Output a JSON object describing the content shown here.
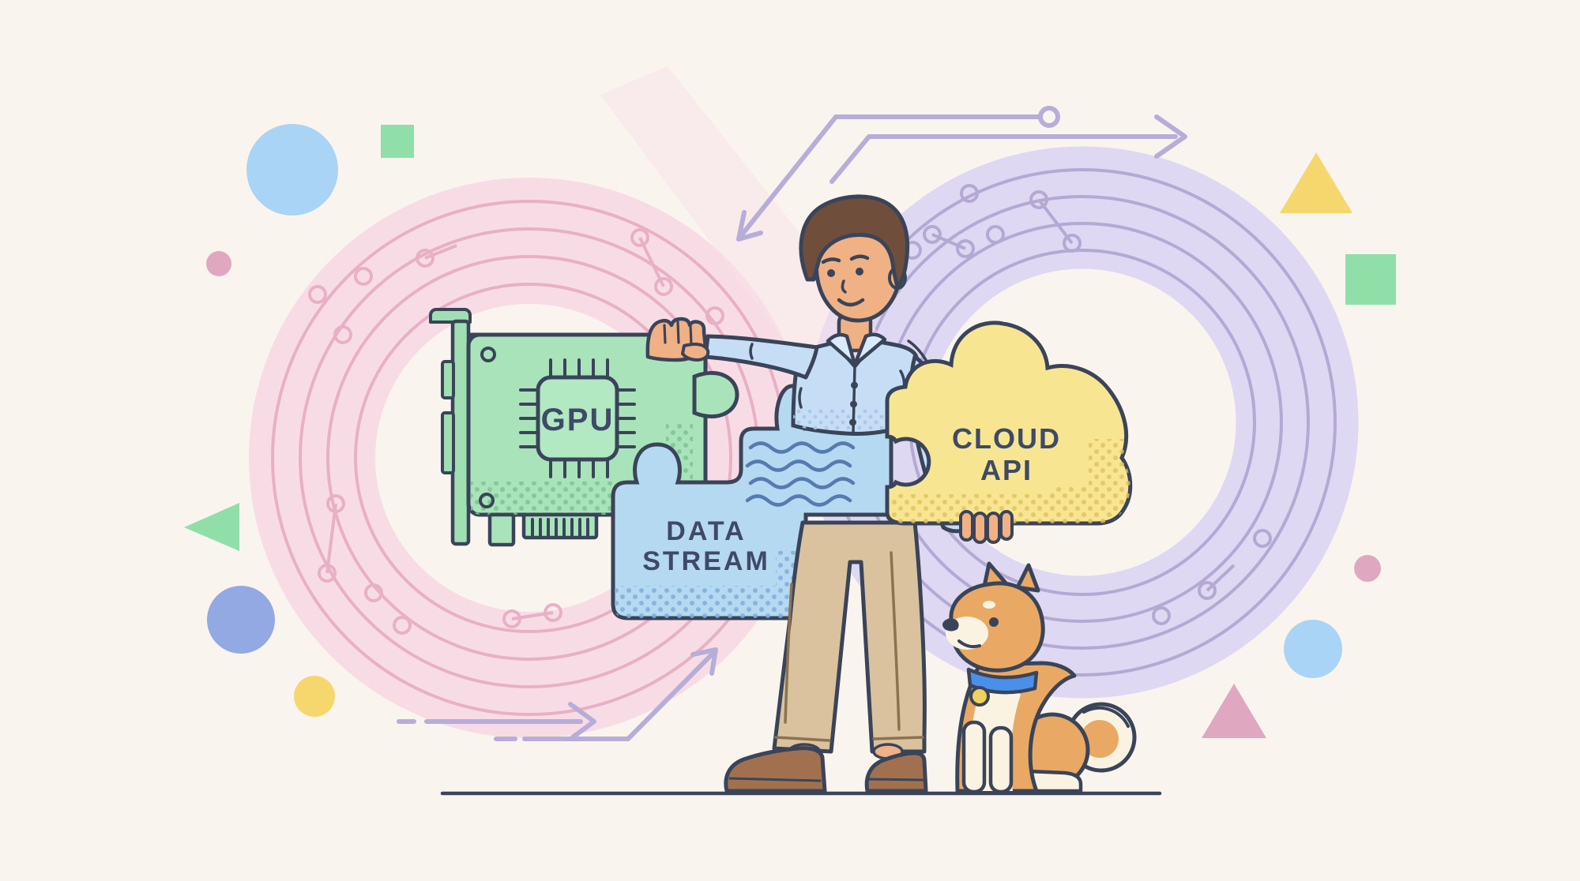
{
  "illustration": {
    "pieces": {
      "gpu": {
        "label": "GPU"
      },
      "data_stream": {
        "line1": "DATA",
        "line2": "STREAM"
      },
      "cloud_api": {
        "line1": "CLOUD",
        "line2": "API"
      }
    }
  },
  "palette": {
    "background": "#faf4ef",
    "outline": "#3a4459",
    "text": "#3e4a66",
    "gpu_green": "#a9e3ba",
    "chip_green": "#b2e8c2",
    "bracket_green": "#9fdfb2",
    "stream_blue": "#b6d9f2",
    "wave_blue": "#567bb0",
    "cloud_yellow": "#f7e592",
    "ring_pink": "#f8dce5",
    "ring_pink_trace": "#e8b0c5",
    "ring_purple": "#ded8f2",
    "ring_purple_trace": "#b4a9d3",
    "arrow_lavender": "#b6add9",
    "skin": "#f0b185",
    "hair_brown": "#6f4e3c",
    "shirt_blue": "#c6def5",
    "collar_light": "#d9ebfb",
    "pants_khaki": "#d9c29d",
    "crease_brown": "#8a7350",
    "shoe_brown": "#a1714f",
    "dog_coat": "#e9a964",
    "dog_cream": "#fbf3e2",
    "collar_blue": "#4a90e8",
    "tag_yellow": "#efd15e",
    "dot_green": "#7cc493",
    "dot_blue": "#7fafdb",
    "dot_yellow": "#e0c25f",
    "dot_shirt": "#a6c6ea",
    "wash_pink": "#f7dfe9"
  }
}
